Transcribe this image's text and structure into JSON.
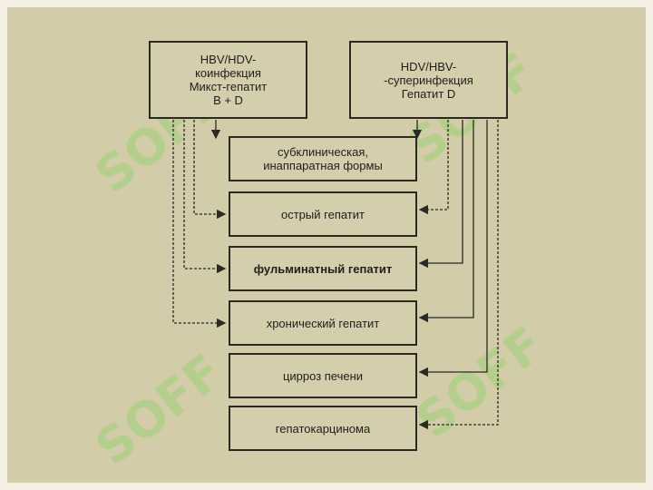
{
  "sources": {
    "left": [
      "HBV/HDV-",
      "коинфекция",
      "Микст-гепатит",
      "B + D"
    ],
    "right": [
      "HDV/HBV-",
      "-суперинфекция",
      "Гепатит D"
    ]
  },
  "outcomes": {
    "subclinical": [
      "субклиническая,",
      "инаппаратная формы"
    ],
    "acute": "острый гепатит",
    "fulminant": "фульминатный гепатит",
    "chronic": "хронический гепатит",
    "cirrhosis": "цирроз печени",
    "carcinoma": "гепатокарцинома"
  },
  "watermark": "SOFF",
  "colors": {
    "background": "#d3cca8",
    "border": "#f4f1e4",
    "ink": "#2a2a24",
    "watermark": "#8fd36a"
  }
}
